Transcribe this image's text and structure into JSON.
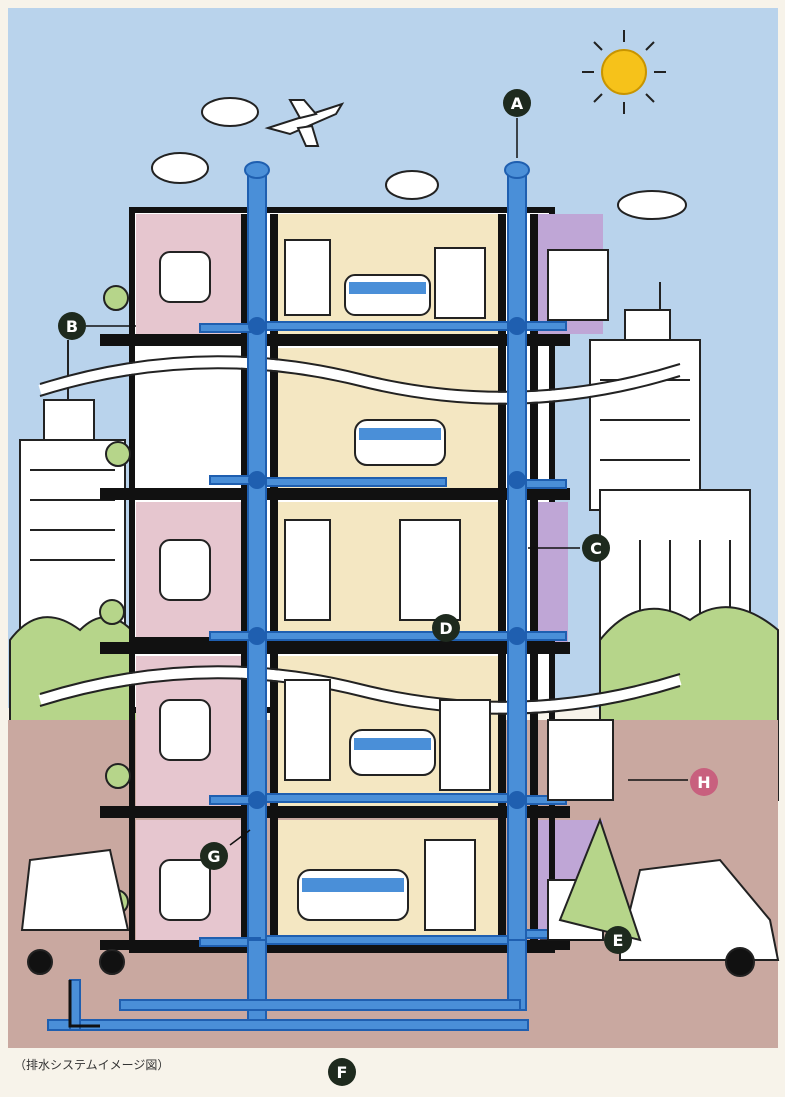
{
  "diagram": {
    "caption": "（排水システムイメージ図）",
    "markers": [
      {
        "id": "A",
        "label": "A",
        "style": "dark"
      },
      {
        "id": "B",
        "label": "B",
        "style": "dark"
      },
      {
        "id": "C",
        "label": "C",
        "style": "dark"
      },
      {
        "id": "D",
        "label": "D",
        "style": "dark"
      },
      {
        "id": "E",
        "label": "E",
        "style": "dark"
      },
      {
        "id": "F",
        "label": "F",
        "style": "dark"
      },
      {
        "id": "G",
        "label": "G",
        "style": "dark"
      },
      {
        "id": "H",
        "label": "H",
        "style": "pink"
      }
    ],
    "colors": {
      "sky": "#b9d3ec",
      "pipe": "#4a8fd8",
      "pipe_dark": "#1f5fb0",
      "toilet_room": "#e6c6cf",
      "bath_room": "#f4e7c2",
      "kitchen_room": "#bfa6d6",
      "ground": "#c9a8a0",
      "tree": "#b6d58a",
      "outline": "#111111",
      "sun": "#f6c21a",
      "marker_dark": "#1e2a1e",
      "marker_pink": "#c8607e"
    }
  }
}
